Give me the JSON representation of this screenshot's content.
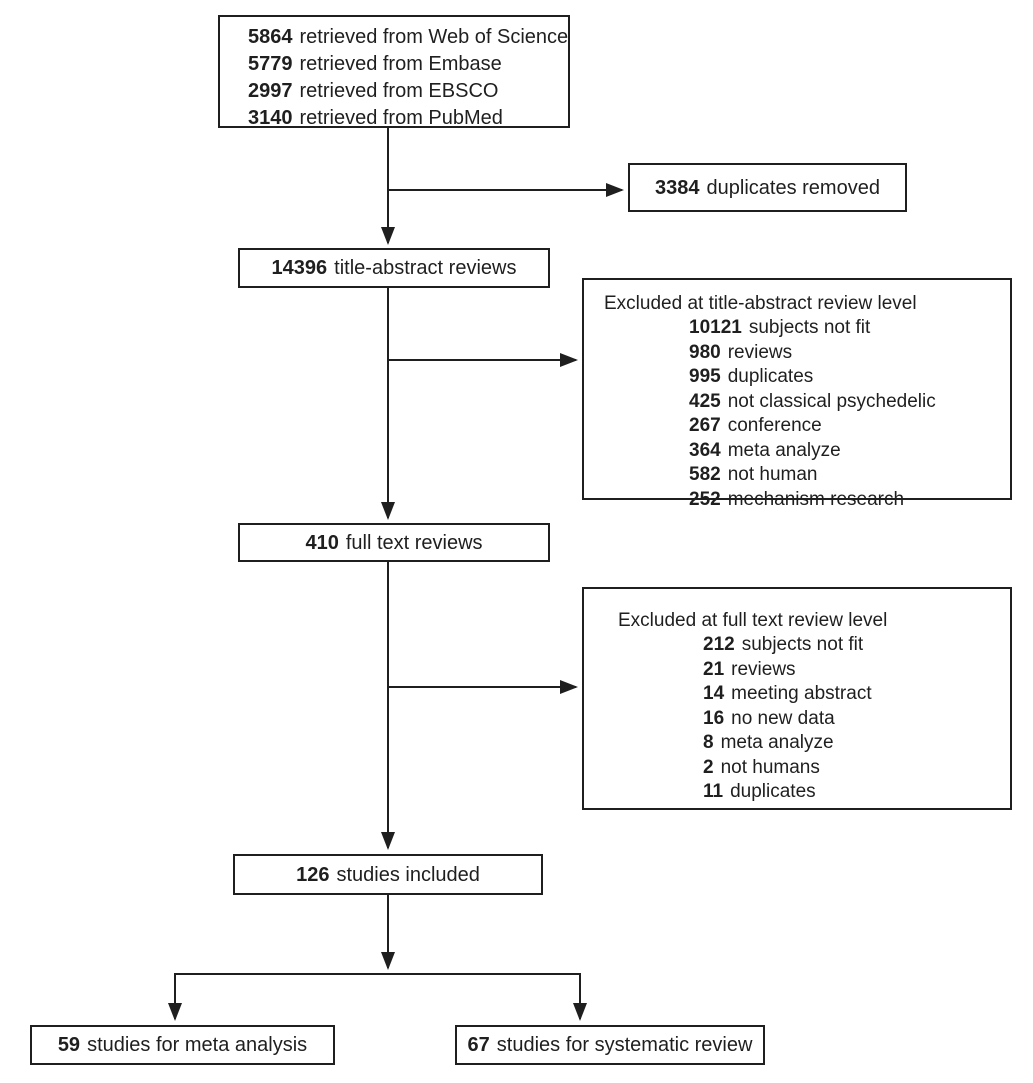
{
  "diagram_title": "Study selection flow diagram",
  "colors": {
    "line": "#1f1f1f",
    "border": "#1f1f1f",
    "text": "#1f1f1f",
    "background": "#ffffff"
  },
  "sources": {
    "lines": [
      {
        "value": "5864",
        "label": "retrieved from Web of Science"
      },
      {
        "value": "5779",
        "label": "retrieved from Embase"
      },
      {
        "value": "2997",
        "label": "retrieved from EBSCO"
      },
      {
        "value": "3140",
        "label": "retrieved from PubMed"
      }
    ]
  },
  "duplicates_removed": {
    "value": "3384",
    "label": "duplicates removed"
  },
  "title_abstract_reviews": {
    "value": "14396",
    "label": "title-abstract reviews"
  },
  "excluded_title_abstract": {
    "title": "Excluded at title-abstract review level",
    "items": [
      {
        "value": "10121",
        "label": "subjects not fit"
      },
      {
        "value": "980",
        "label": "reviews"
      },
      {
        "value": "995",
        "label": "duplicates"
      },
      {
        "value": "425",
        "label": "not classical psychedelic"
      },
      {
        "value": "267",
        "label": "conference"
      },
      {
        "value": "364",
        "label": "meta analyze"
      },
      {
        "value": "582",
        "label": "not human"
      },
      {
        "value": "252",
        "label": "mechanism research"
      }
    ]
  },
  "full_text_reviews": {
    "value": "410",
    "label": "full text reviews"
  },
  "excluded_full_text": {
    "title": "Excluded at full text review level",
    "items": [
      {
        "value": "212",
        "label": "subjects not fit"
      },
      {
        "value": "21",
        "label": "reviews"
      },
      {
        "value": "14",
        "label": "meeting abstract"
      },
      {
        "value": "16",
        "label": "no new data"
      },
      {
        "value": "8",
        "label": "meta analyze"
      },
      {
        "value": "2",
        "label": "not humans"
      },
      {
        "value": "11",
        "label": "duplicates"
      }
    ]
  },
  "studies_included": {
    "value": "126",
    "label": "studies included"
  },
  "meta_analysis": {
    "value": "59",
    "label": "studies for meta analysis"
  },
  "systematic_review": {
    "value": "67",
    "label": "studies for systematic review"
  }
}
